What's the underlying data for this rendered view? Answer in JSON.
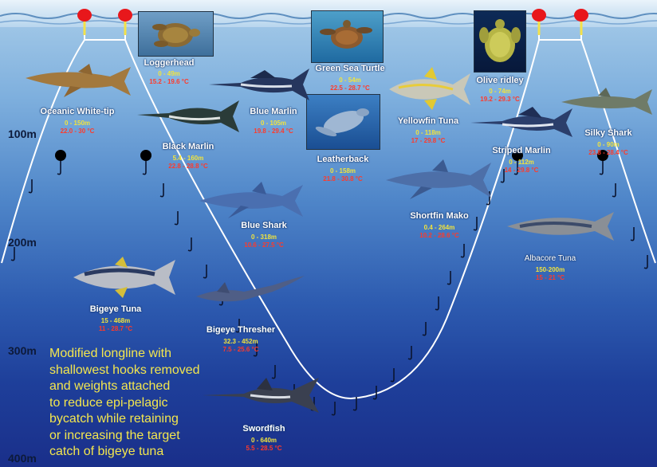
{
  "depth_markers": [
    "100m",
    "200m",
    "300m",
    "400m"
  ],
  "caption_lines": [
    "Modified longline with",
    "shallowest hooks removed",
    "and weights attached",
    "to reduce epi-pelagic",
    "bycatch while retaining",
    "or increasing the target",
    "catch of bigeye tuna"
  ],
  "species": {
    "loggerhead": {
      "name": "Loggerhead",
      "depth": "0 - 49m",
      "temp": "15.2 - 19.6 °C"
    },
    "green_sea_turtle": {
      "name": "Green Sea Turtle",
      "depth": "0 - 54m",
      "temp": "22.5 - 28.7 °C"
    },
    "olive_ridley": {
      "name": "Olive ridley",
      "depth": "0 - 74m",
      "temp": "19.2 - 29.3 °C"
    },
    "oceanic_whitetip": {
      "name": "Oceanic White-tip",
      "depth": "0 - 150m",
      "temp": "22.0 - 30 °C"
    },
    "blue_marlin": {
      "name": "Blue Marlin",
      "depth": "0 - 105m",
      "temp": "19.8 - 29.4 °C"
    },
    "yellowfin_tuna": {
      "name": "Yellowfin Tuna",
      "depth": "0 - 118m",
      "temp": "17 - 29.8 °C"
    },
    "black_marlin": {
      "name": "Black Marlin",
      "depth": "5.4 - 160m",
      "temp": "22.8 - 28.8 °C"
    },
    "leatherback": {
      "name": "Leatherback",
      "depth": "0 - 158m",
      "temp": "21.8 - 30.8 °C"
    },
    "striped_marlin": {
      "name": "Striped Marlin",
      "depth": "0 - 112m",
      "temp": "14 - 29.8 °C"
    },
    "silky_shark": {
      "name": "Silky Shark",
      "depth": "0 - 90m",
      "temp": "23.8 - 28.4 °C"
    },
    "blue_shark": {
      "name": "Blue Shark",
      "depth": "0 - 318m",
      "temp": "10.6 - 27.5 °C"
    },
    "shortfin_mako": {
      "name": "Shortfin Mako",
      "depth": "0.4 - 264m",
      "temp": "10.2 - 28.6 °C"
    },
    "albacore_tuna": {
      "name": "Albacore Tuna",
      "depth": "150-200m",
      "temp": "15 - 21 °C"
    },
    "bigeye_tuna": {
      "name": "Bigeye Tuna",
      "depth": "15 - 468m",
      "temp": "11 - 28.7 °C"
    },
    "bigeye_thresher": {
      "name": "Bigeye Thresher",
      "depth": "32.3 - 452m",
      "temp": "7.5 - 25.6 °C"
    },
    "swordfish": {
      "name": "Swordfish",
      "depth": "0 - 640m",
      "temp": "5.5 - 28.5 °C"
    }
  },
  "colors": {
    "species_name": "#ffffff",
    "depth_range": "#f2e43c",
    "temperature_range": "#ff3a2a",
    "caption": "#f3e64e",
    "float": "#e8171b",
    "weight": "#000000",
    "mainline": "#ffffff"
  }
}
